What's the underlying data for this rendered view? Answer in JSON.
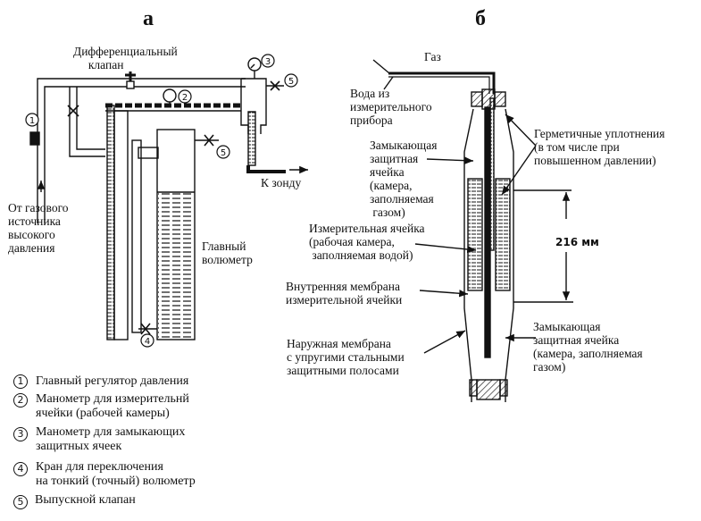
{
  "panels": {
    "a": {
      "title": "а",
      "labels": {
        "diff_valve": "Дифференциальный\n     клапан",
        "to_probe": "К зонду",
        "source": "От газового\nисточника\nвысокого\nдавления",
        "main_volumeter": "Главный\nволюметр"
      },
      "markers": [
        "1",
        "2",
        "3",
        "4",
        "5",
        "5"
      ]
    },
    "b": {
      "title": "б",
      "labels": {
        "gas": "Газ",
        "water": "Вода из\nизмерительного\nприбора",
        "seals": "Герметичные уплотнения\n(в том числе при\nповышенном давлении)",
        "guard_cell_top": "Замыкающая\nзащитная\nячейка\n(камера,\nзаполняемая\n газом)",
        "measuring_cell": "Измерительная ячейка\n(рабочая камера,\n заполняемая водой)",
        "inner_membrane": "Внутренняя мембрана\nизмерительной ячейки",
        "outer_membrane": "Наружная мембрана\nс упругими стальными\nзащитными полосами",
        "guard_cell_bottom": "Замыкающая\nзащитная ячейка\n(камера, заполняемая\nгазом)",
        "dimension": "216 мм"
      }
    }
  },
  "legend": [
    {
      "num": "1",
      "text": "Главный регулятор давления"
    },
    {
      "num": "2",
      "text": "Манометр для измерительнй\nячейки (рабочей камеры)"
    },
    {
      "num": "3",
      "text": "Манометр для замыкающих\nзащитных ячеек"
    },
    {
      "num": "4",
      "text": "Кран для переключения\nна тонкий (точный) волюметр"
    },
    {
      "num": "5",
      "text": "Выпускной клапан"
    }
  ]
}
